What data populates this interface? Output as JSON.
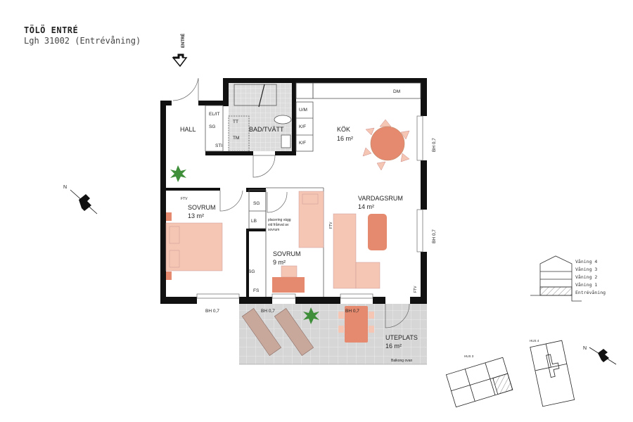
{
  "header": {
    "title": "TÖLÖ ENTRÉ",
    "subtitle": "Lgh 31002 (Entrévåning)"
  },
  "entrance": {
    "label": "ENTRÉ",
    "icon": "entrance-arrow-icon"
  },
  "rooms": {
    "hall": {
      "name": "HALL"
    },
    "bad": {
      "name": "BAD/TVÄTT"
    },
    "kok": {
      "name": "KÖK",
      "area": "16 m²"
    },
    "vardagsrum": {
      "name": "VARDAGSRUM",
      "area": "14 m²"
    },
    "sovrum1": {
      "name": "SOVRUM",
      "area": "13 m²"
    },
    "sovrum2": {
      "name": "SOVRUM",
      "area": "9 m²"
    },
    "uteplats": {
      "name": "UTEPLATS",
      "area": "16 m²"
    }
  },
  "fixtures": {
    "elit": "EL/IT",
    "sg_hall": "SG",
    "sti": "STI",
    "tt": "TT",
    "tm": "TM",
    "um": "U/M",
    "kf1": "K/F",
    "kf2": "K/F",
    "dm": "DM",
    "sg_closet": "SG",
    "lb": "LB",
    "sg_closet2": "SG",
    "fs": "FS",
    "ftv1": "FTV",
    "ftv2": "FTV",
    "ftv3": "FTV"
  },
  "note": {
    "line1": "placering vägg",
    "line2": "vid frånval av",
    "line3": "sovrum"
  },
  "windows": {
    "bh1": "BH 0,7",
    "bh2": "BH 0,7",
    "bh3": "BH 0,7",
    "bh_right1": "BH 0,7",
    "bh_right2": "BH 0,7"
  },
  "balcony_note": "Balkong ovan",
  "floors": [
    "Våning 4",
    "Våning 3",
    "Våning 2",
    "Våning 1",
    "Entrévåning"
  ],
  "current_floor": "Entrévåning",
  "site": {
    "hus3": "HUS 3",
    "hus4": "HUS 4"
  },
  "north_label": "N",
  "colors": {
    "wall": "#111111",
    "furniture_light": "#f4c6b3",
    "furniture_dark": "#e58a6e",
    "tile": "#d9d9d9",
    "plant": "#3f8f3a"
  }
}
